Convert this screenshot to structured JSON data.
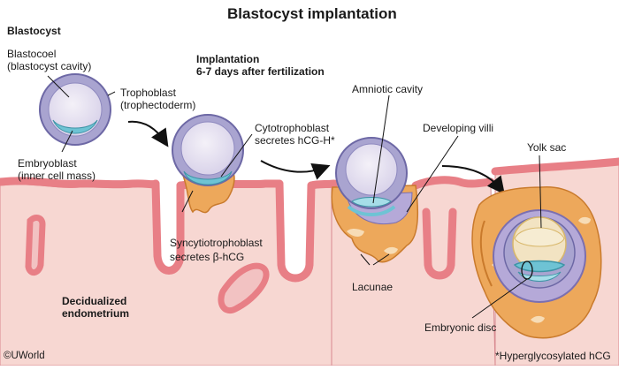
{
  "title": "Blastocyst implantation",
  "heading_blastocyst": "Blastocyst",
  "implantation": {
    "line1": "Implantation",
    "line2": "6-7 days after fertilization"
  },
  "labels": {
    "blastocoel": [
      "Blastocoel",
      "(blastocyst cavity)"
    ],
    "trophoblast": [
      "Trophoblast",
      "(trophectoderm)"
    ],
    "embryoblast": [
      "Embryoblast",
      "(inner cell mass)"
    ],
    "cytotrophoblast": [
      "Cytotrophoblast",
      "secretes hCG-H*"
    ],
    "syncytiotrophoblast": [
      "Syncytiotrophoblast",
      "secretes β-hCG"
    ],
    "amniotic_cavity": "Amniotic cavity",
    "developing_villi": "Developing villi",
    "yolk_sac": "Yolk sac",
    "lacunae": "Lacunae",
    "embryonic_disc": "Embryonic disc",
    "decidualized": [
      "Decidualized",
      "endometrium"
    ]
  },
  "footnote": "*Hyperglycosylated hCG",
  "credit": "©UWorld",
  "colors": {
    "endometrium": "#f7d7d2",
    "epithelium": "#e87f86",
    "epithelium_dark": "#b94f5a",
    "trophoblast": "#a9a4d0",
    "cavity": "#ebe6f2",
    "inner_cell": "#6ec3d4",
    "syncytio": "#eda85b",
    "syncytio_dark": "#c97a2c",
    "yolk": "#f2e3c2",
    "lacuna": "#f7dcb6"
  }
}
